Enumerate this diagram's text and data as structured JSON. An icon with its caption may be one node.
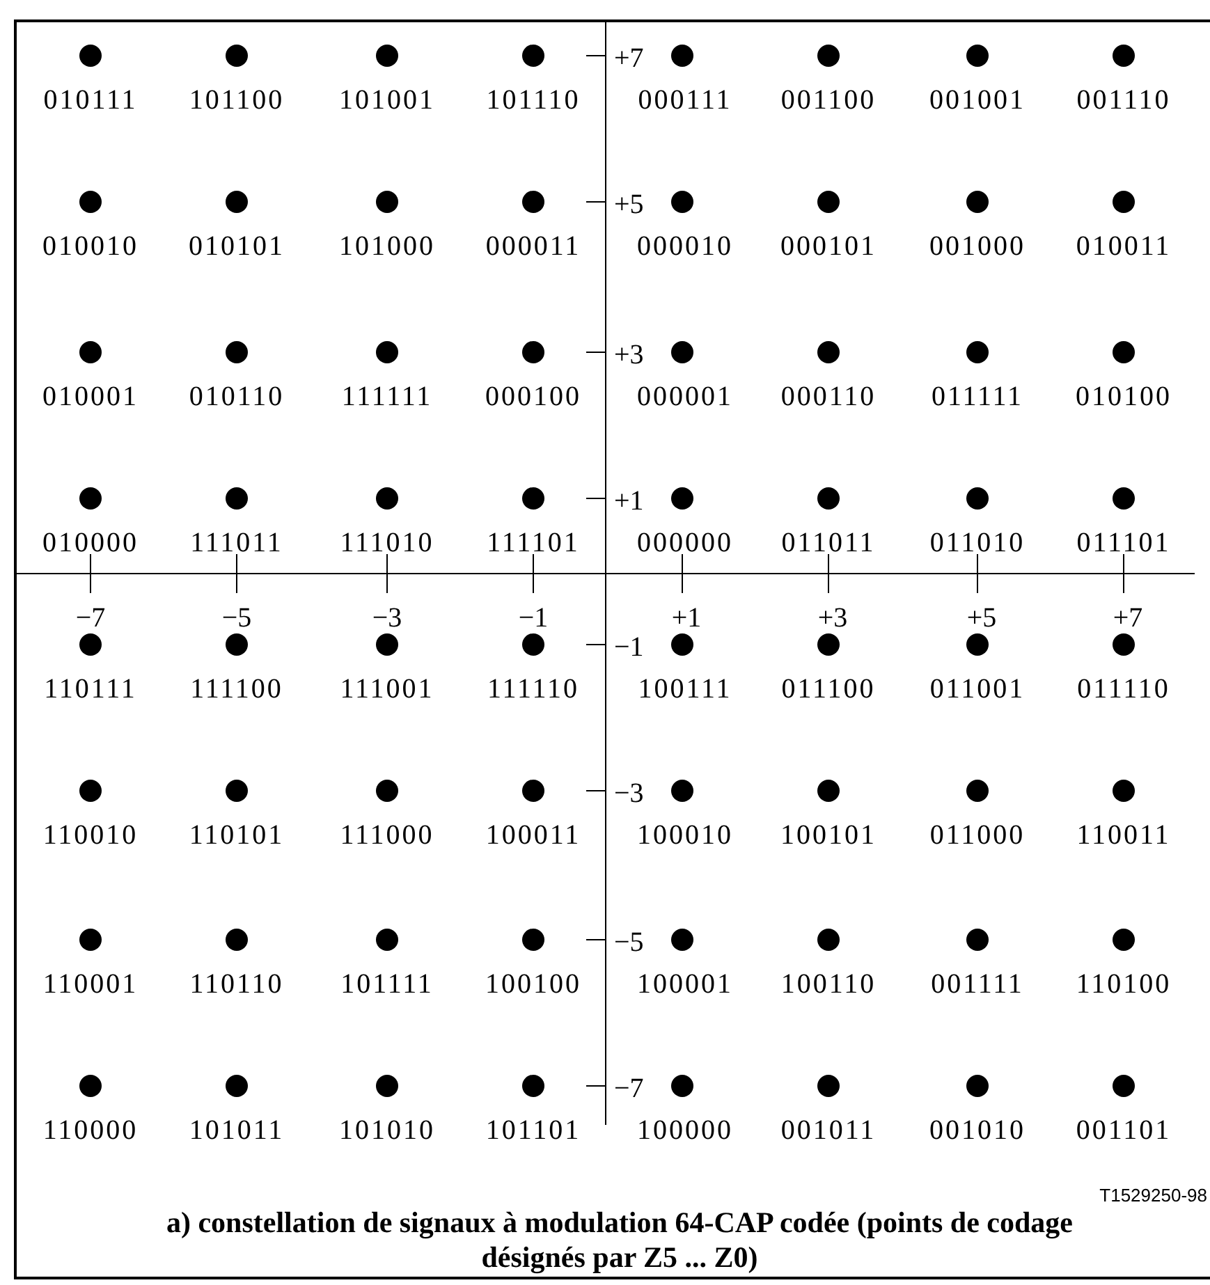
{
  "diagram": {
    "caption": "a) constellation de signaux à modulation 64-CAP codée (points de codage désignés par Z5 ... Z0)",
    "labels": [
      "010111",
      "101100",
      "101001",
      "101110",
      "000111",
      "001100",
      "001001",
      "001110",
      "010010",
      "010101",
      "101000",
      "000011",
      "000010",
      "000101",
      "001000",
      "010011",
      "010001",
      "010110",
      "111111",
      "000100",
      "000001",
      "000110",
      "011111",
      "010100",
      "010000",
      "111011",
      "111010",
      "111101",
      "000000",
      "011011",
      "011010",
      "011101",
      "110111",
      "111100",
      "111001",
      "111110",
      "100111",
      "011100",
      "011001",
      "011110",
      "110010",
      "110101",
      "111000",
      "100011",
      "100010",
      "100101",
      "011000",
      "110011",
      "110001",
      "110110",
      "101111",
      "100100",
      "100001",
      "100110",
      "001111",
      "110100",
      "110000",
      "101011",
      "101010",
      "101101",
      "100000",
      "001011",
      "001010",
      "001101",
      "−7",
      "−5",
      "−3",
      "−1",
      "+1",
      "+3",
      "+5",
      "+7",
      "+7",
      "+5",
      "+3",
      "+1",
      "−1",
      "−3",
      "−5",
      "−7",
      "T1529250-98"
    ]
  }
}
